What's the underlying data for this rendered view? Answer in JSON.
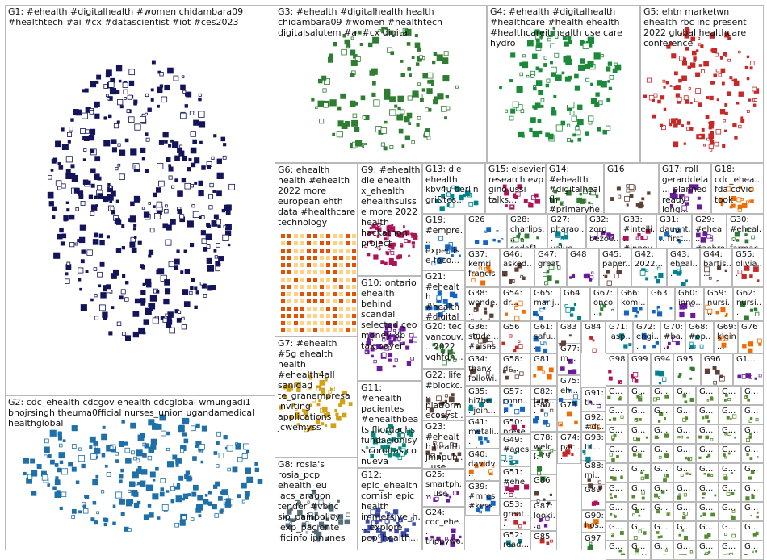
{
  "groups": {
    "g1": "G1: #ehealth #digitalhealth #women chidambara09 #healthtech #ai #cx #datascientist #iot #ces2023",
    "g2": "G2: cdc_ehealth cdcgov ehealth cdcglobal wmungadi1 bhojrsingh theuma0fficial nurses_union ugandamedical healthglobal",
    "g3": "G3: #ehealth #digitalhealth health chidambara09 #women #healthtech digitalsalutem #ai #cx digital",
    "g4": "G4: #ehealth #digitalhealth #healthcare #health ehealth #healthcareit health use care hydro",
    "g5": "G5: ehtn marketwn ehealth rbc inc present 2022 global healthcare conference",
    "g6": "G6: ehealth health #ehealth 2022 more european ehth data #healthcare technology",
    "g7": "G7: #ehealth #5g ehealth health #ehealth4all sanidad te_granempresa inviting applications jcwemyss",
    "g8": "G8: rosia's rosia_pcp ehealth_eu iacs_aragon tender #vbhc sip_painpolicy iexp_paciente ificinfo ipnunes",
    "g9": "G9: #ehealth die ehealth x_ehealth ehealthsuisse more 2022 health hackathon project",
    "g10": "G10: ontario ehealth behind scandal selected ceo money 8b tax payer",
    "g11": "G11: #ehealth pacientes #ehealthbeats fllordachs fundacionisys comitas co nueva ehealth servicio",
    "g12": "G12: epic_ehealth cornish epic health immersive_h... explore pep_health...",
    "g13": "G13: die ehealth kbv4u berlin gri&tes...",
    "g14": "G14: #ehealth #digitalhealth #primaryhe...",
    "g15": "G15: elsevier research evp gino ussi talks...",
    "g16": "G16",
    "g17": "G17: roll gerarddela... planned ready long...",
    "g18": "G18: cdc_ehea... fda covid took",
    "g19": "G19: #empre... expertise foco...",
    "g20": "G20: tec vancouv... 2022 vghfdn...",
    "g21": "G21: #ehealth #health #digitalh...",
    "g22": "G22: life #blockc... platform ecosyst...",
    "g23": "G23: #ehealth health jmnpub... use",
    "g24": "G24: cdc_ehe... trippywo...",
    "g25": "G25: smartph... use",
    "g26": "G26",
    "g27": "G27: pharao... value...",
    "g28": "G28: charlips... sedaf1...",
    "g29": "G29: #eheal... #aehro...",
    "g30": "G30: #eheal... farmac...",
    "g31": "G31: daught... first...",
    "g32": "G32: zorg bezoe...",
    "g33": "G33: #intelli... #innov...",
    "g34": "G34: thanx followi...",
    "g35": "G35: hi7bel... join...",
    "g36": "G36: stude... #aisns...",
    "g37": "G37: kemri francis",
    "g38": "G38: wonde... #phds...",
    "g39": "G39: #mres #kess...",
    "g40": "G40: davidv... eheal...",
    "g41": "G41: metali... cdc_e...",
    "g42": "G42: 2022...",
    "g43": "G43: eheal...",
    "g44": "G44: bartis...",
    "g45": "G45: paper...",
    "g46": "G46: asked...",
    "g47": "G47: great",
    "g48": "G48",
    "g49": "G49: #ages... #ehea...",
    "g50": "G50: prese... dr...",
    "g51": "G51: #ehe... #ehe...",
    "g52": "G52: read...",
    "g53": "G53: great... great...",
    "g54": "G54: dr...",
    "g55": "G55: olivia...",
    "g56": "G56",
    "g57": "G57: conn...",
    "g58": "G58: dr...",
    "g59": "G59: nursi...",
    "g60": "G60: inno...",
    "g61": "G61: safu...",
    "g62": "G62: nursi...",
    "g63": "G63",
    "g64": "G64",
    "g65": "G65: marij...",
    "g66": "G66: komi...",
    "g67": "G67: onco...",
    "g68": "G68: #op...",
    "g69": "G69: klein...",
    "g70": "G70: #ba...",
    "g71": "G71: lasp...",
    "g72": "G72: engi...",
    "g73": "G73",
    "g74": "G74: pac...",
    "g75": "G75: eh...",
    "g76": "G76",
    "g77": "G77: m...",
    "g78": "G78: welc...",
    "g79": "G79",
    "g80": "G80",
    "g81": "G81",
    "g82": "G82: late...",
    "g83": "G83",
    "g84": "G84",
    "g85": "G85",
    "g86": "G86",
    "g87": "G87: looki...",
    "g88": "G88: mi...",
    "g89": "G89",
    "g90": "G90: hos...",
    "g91": "G91: th...",
    "g92": "G92: #dr...",
    "g93": "G93: tit...",
    "g94": "G94",
    "g95": "G95",
    "g96": "G96",
    "g97": "G97",
    "g98": "G98",
    "g99": "G99",
    "g100": "G1...",
    "gmisc": "G..."
  },
  "colors": {
    "g1": "#14145a",
    "g2": "#1f6fa8",
    "g3": "#2e7d32",
    "g4": "#1b8a3a",
    "g5": "#c62828",
    "g6": "#e65100",
    "g7": "#d4a017",
    "g8": "#546e7a",
    "g9": "#ad1457",
    "g10": "#6a1b9a",
    "g11": "#00897b",
    "g12": "#3949ab",
    "edge": "#8c8c8c",
    "edge_red": "#c62828"
  }
}
